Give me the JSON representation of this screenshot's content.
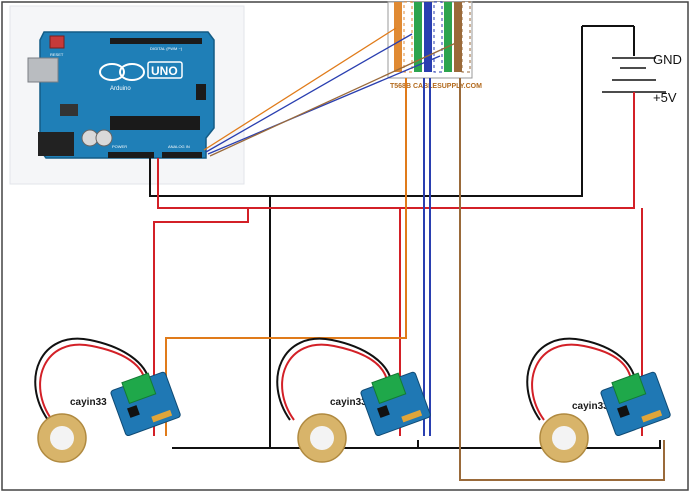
{
  "power": {
    "gnd_label": "GND",
    "vcc_label": "+5V"
  },
  "arduino": {
    "board_label": "UNO",
    "brand_label": "Arduino",
    "reset_label": "RESET",
    "digital_label": "DIGITAL (PWM ~)",
    "power_label": "POWER",
    "analog_label": "ANALOG IN"
  },
  "cable": {
    "label": "T568B CABLESUPPLY.COM"
  },
  "sensors": [
    {
      "label": "cayin33"
    },
    {
      "label": "cayin33"
    },
    {
      "label": "cayin33"
    }
  ],
  "colors": {
    "red_wire": "#d32027",
    "black_wire": "#111111",
    "orange_wire": "#e07b1a",
    "blue_wire": "#2a3fb0",
    "brown_wire": "#9a6a3a",
    "board_blue": "#1f78b4",
    "terminal_green": "#1fa84a",
    "piezo_gold": "#d8b46a"
  }
}
